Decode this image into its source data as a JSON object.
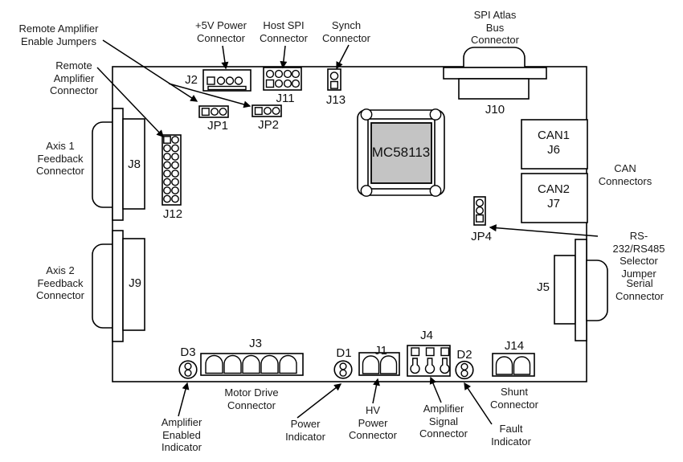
{
  "diagram": {
    "chip_label": "MC58113",
    "callouts": {
      "remote_amplifier_enable_jumpers": "Remote Amplifier\nEnable Jumpers",
      "remote_amplifier_connector": "Remote\nAmplifier\nConnector",
      "power_5v_connector": "+5V Power\nConnector",
      "host_spi_connector": "Host SPI\nConnector",
      "synch_connector": "Synch\nConnector",
      "spi_atlas_bus_connector": "SPI Atlas\nBus\nConnector",
      "axis1_feedback_connector": "Axis 1\nFeedback\nConnector",
      "axis2_feedback_connector": "Axis 2\nFeedback\nConnector",
      "can_connectors": "CAN\nConnectors",
      "rs232_rs485_selector_jumper": "RS-232/RS485\nSelector\nJumper",
      "serial_connector": "Serial\nConnector",
      "motor_drive_connector": "Motor Drive\nConnector",
      "amplifier_enabled_indicator": "Amplifier\nEnabled\nIndicator",
      "power_indicator": "Power\nIndicator",
      "hv_power_connector": "HV\nPower\nConnector",
      "amplifier_signal_connector": "Amplifier\nSignal\nConnector",
      "fault_indicator": "Fault\nIndicator",
      "shunt_connector": "Shunt\nConnector"
    },
    "designators": {
      "j2": "J2",
      "j11": "J11",
      "j13": "J13",
      "jp1": "JP1",
      "jp2": "JP2",
      "j10": "J10",
      "j12": "J12",
      "jp4": "JP4",
      "j5": "J5",
      "j8": "J8",
      "j9": "J9",
      "d3": "D3",
      "j3": "J3",
      "d1": "D1",
      "j1": "J1",
      "j4": "J4",
      "d2": "D2",
      "j14": "J14",
      "can1_j6": "CAN1\nJ6",
      "can2_j7": "CAN2\nJ7"
    },
    "colors": {
      "line": "#000000",
      "chip_fill": "#c4c4c4",
      "background": "#ffffff"
    }
  }
}
